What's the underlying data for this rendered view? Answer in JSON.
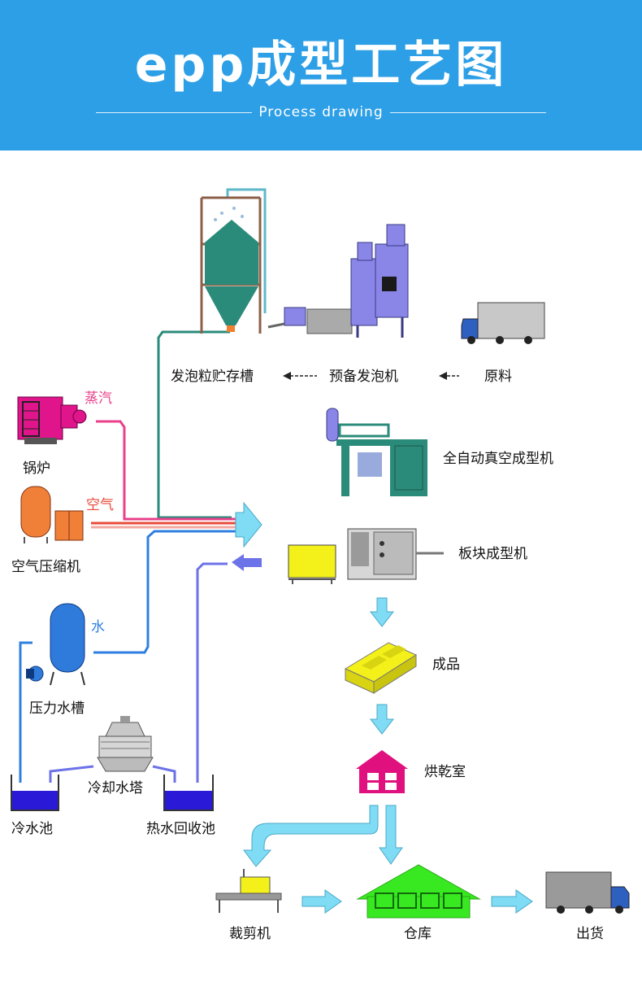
{
  "header": {
    "title": "epp成型工艺图",
    "subtitle": "Process drawing"
  },
  "labels": {
    "storage_tank": "发泡粒贮存槽",
    "pre_expander": "预备发泡机",
    "raw_material": "原料",
    "vacuum_molding": "全自动真空成型机",
    "block_molding": "板块成型机",
    "finished_product": "成品",
    "drying_room": "烘乾室",
    "boiler": "锅炉",
    "air_compressor": "空气压缩机",
    "pressure_tank": "压力水槽",
    "cooling_tower": "冷却水塔",
    "cold_pool": "冷水池",
    "hot_pool": "热水回收池",
    "cutter": "裁剪机",
    "warehouse": "仓库",
    "shipping": "出货"
  },
  "streams": {
    "steam": "蒸汽",
    "air": "空气",
    "water": "水"
  },
  "colors": {
    "header_bg": "#2d9fe6",
    "steam": "#e8408a",
    "air": "#e84a3a",
    "water": "#2f7fe0",
    "flow_arrow": "#7fdcf4",
    "silo": "#2b8b7a",
    "machine_purple": "#8a86e8",
    "boiler_magenta": "#e0158c",
    "compressor_orange": "#f08038",
    "tank_blue": "#2e7bdc",
    "product_yellow": "#f4f01a",
    "drying_room_magenta": "#e0107e",
    "warehouse_green": "#38e820",
    "pool_blue": "#2a1ad8"
  }
}
